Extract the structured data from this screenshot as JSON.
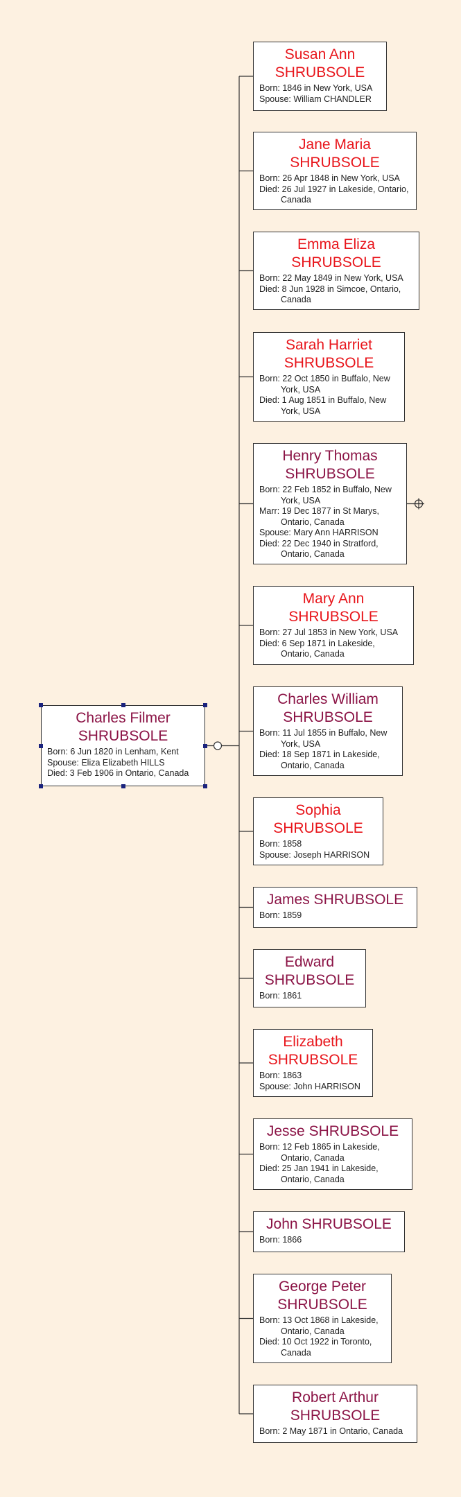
{
  "colors": {
    "background": "#fdf1e1",
    "box_bg": "#ffffff",
    "box_border": "#333333",
    "line": "#333333",
    "name_red": "#e8151b",
    "name_maroon": "#8b1446",
    "selection": "#1a237e"
  },
  "icons": [
    "expand-crosshair-icon",
    "connector-circle-icon"
  ],
  "root": {
    "name": "Charles Filmer SHRUBSOLE",
    "color": "#8b1446",
    "facts": [
      "Born: 6 Jun 1820 in Lenham, Kent",
      "Spouse: Eliza Elizabeth HILLS",
      "Died: 3 Feb 1906 in Ontario, Canada"
    ]
  },
  "children": [
    {
      "name": "Susan Ann SHRUBSOLE",
      "color": "#e8151b",
      "facts": [
        "Born: 1846 in New York, USA",
        "Spouse: William CHANDLER"
      ]
    },
    {
      "name": "Jane Maria SHRUBSOLE",
      "color": "#e8151b",
      "facts": [
        "Born: 26 Apr 1848 in New York, USA",
        "Died: 26 Jul 1927 in Lakeside, Ontario, Canada"
      ]
    },
    {
      "name": "Emma Eliza SHRUBSOLE",
      "color": "#e8151b",
      "facts": [
        "Born: 22 May 1849 in New York, USA",
        "Died: 8 Jun 1928 in Simcoe, Ontario, Canada"
      ]
    },
    {
      "name": "Sarah Harriet SHRUBSOLE",
      "color": "#e8151b",
      "facts": [
        "Born: 22 Oct 1850 in Buffalo, New York, USA",
        "Died: 1 Aug 1851 in Buffalo, New York, USA"
      ]
    },
    {
      "name": "Henry Thomas SHRUBSOLE",
      "color": "#8b1446",
      "facts": [
        "Born: 22 Feb 1852 in Buffalo, New York, USA",
        "Marr: 19 Dec 1877 in St Marys, Ontario, Canada",
        "Spouse: Mary Ann HARRISON",
        "Died: 22 Dec 1940 in Stratford, Ontario, Canada"
      ]
    },
    {
      "name": "Mary Ann SHRUBSOLE",
      "color": "#e8151b",
      "facts": [
        "Born: 27 Jul 1853 in New York, USA",
        "Died: 6 Sep 1871 in Lakeside, Ontario, Canada"
      ]
    },
    {
      "name": "Charles William SHRUBSOLE",
      "color": "#8b1446",
      "facts": [
        "Born: 11 Jul 1855 in Buffalo, New York, USA",
        "Died: 18 Sep 1871 in Lakeside, Ontario, Canada"
      ]
    },
    {
      "name": "Sophia SHRUBSOLE",
      "color": "#e8151b",
      "facts": [
        "Born: 1858",
        "Spouse: Joseph HARRISON"
      ]
    },
    {
      "name": "James SHRUBSOLE",
      "color": "#8b1446",
      "facts": [
        "Born: 1859"
      ]
    },
    {
      "name": "Edward SHRUBSOLE",
      "color": "#8b1446",
      "facts": [
        "Born: 1861"
      ]
    },
    {
      "name": "Elizabeth SHRUBSOLE",
      "color": "#e8151b",
      "facts": [
        "Born: 1863",
        "Spouse: John HARRISON"
      ]
    },
    {
      "name": "Jesse SHRUBSOLE",
      "color": "#8b1446",
      "facts": [
        "Born: 12 Feb 1865 in Lakeside, Ontario, Canada",
        "Died: 25 Jan 1941 in Lakeside, Ontario, Canada"
      ]
    },
    {
      "name": "John SHRUBSOLE",
      "color": "#8b1446",
      "facts": [
        "Born: 1866"
      ]
    },
    {
      "name": "George Peter SHRUBSOLE",
      "color": "#8b1446",
      "facts": [
        "Born: 13 Oct 1868 in Lakeside, Ontario, Canada",
        "Died: 10 Oct 1922 in Toronto, Canada"
      ]
    },
    {
      "name": "Robert Arthur SHRUBSOLE",
      "color": "#8b1446",
      "facts": [
        "Born: 2 May 1871 in Ontario, Canada"
      ]
    }
  ]
}
